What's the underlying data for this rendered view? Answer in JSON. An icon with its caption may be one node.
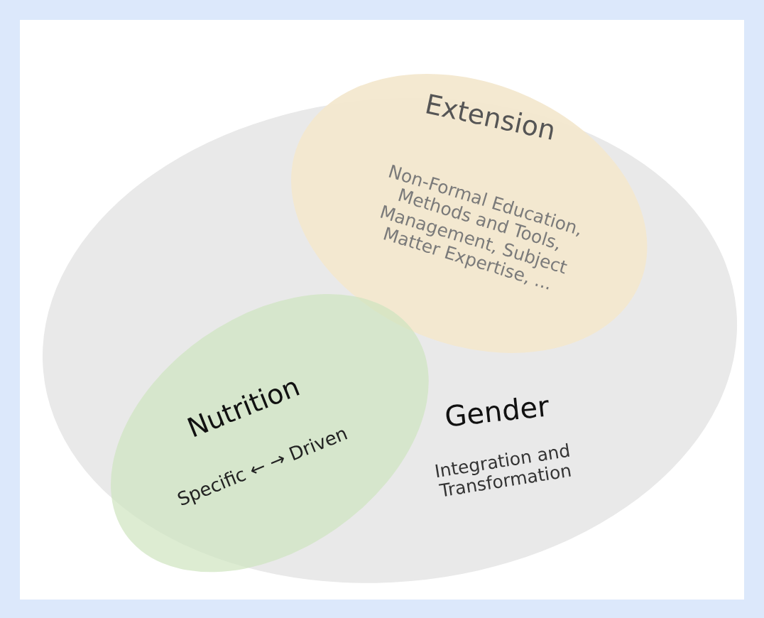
{
  "diagram": {
    "nodes": [
      {
        "text": [
          "Gender",
          "Integration and Transformation"
        ]
      },
      {
        "text": [
          "Extension",
          "Non-Formal Education, Methods and Tools, Management, Subject Matter Expertise, ..."
        ]
      },
      {
        "text": [
          "Nutrition",
          "Specific ← → Driven"
        ],
        "in": 0
      }
    ],
    "edges": []
  }
}
